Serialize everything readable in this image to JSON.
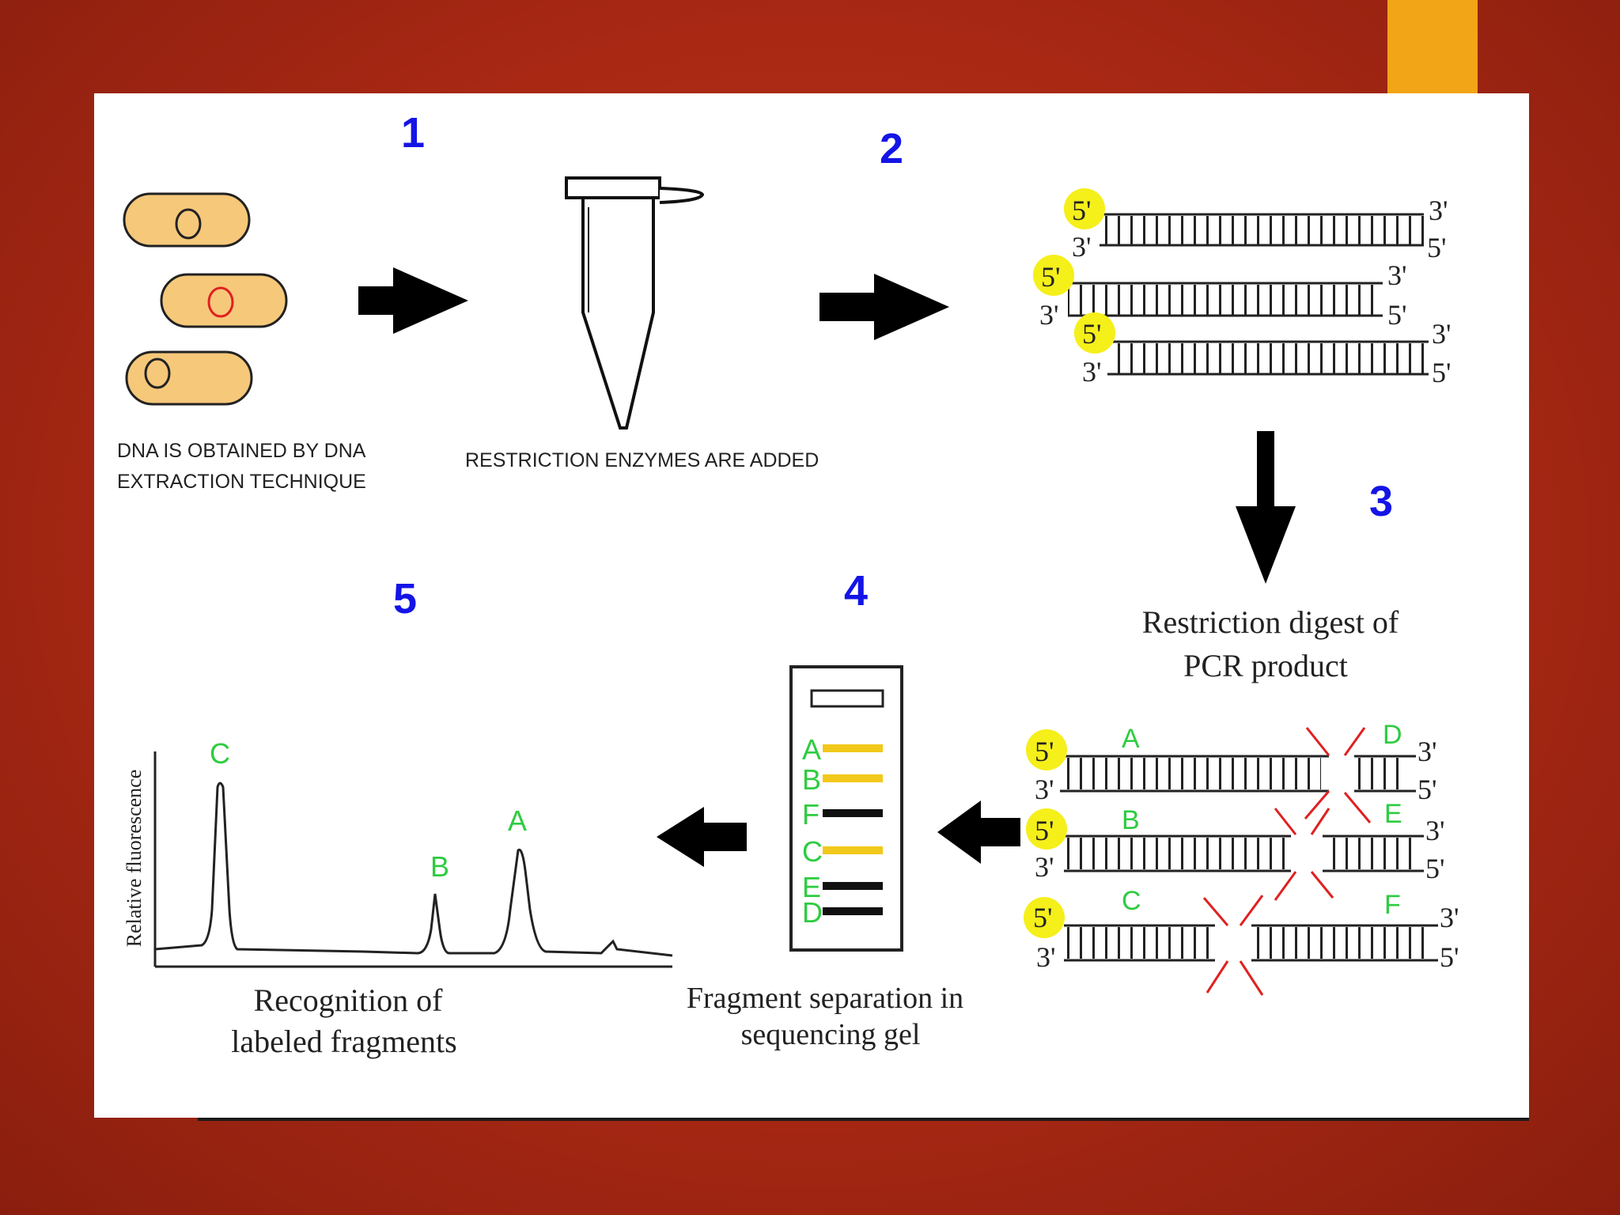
{
  "steps": {
    "s1": "1",
    "s2": "2",
    "s3": "3",
    "s4": "4",
    "s5": "5"
  },
  "captions": {
    "extraction_line1": "DNA IS OBTAINED BY DNA",
    "extraction_line2": "EXTRACTION TECHNIQUE",
    "enzymes": "RESTRICTION ENZYMES ARE ADDED",
    "digest_line1": "Restriction digest of",
    "digest_line2": "PCR product",
    "gel_line1": "Fragment separation in",
    "gel_line2": "sequencing gel",
    "recog_line1": "Recognition of",
    "recog_line2": "labeled fragments",
    "y_axis": "Relative fluorescence"
  },
  "ends": {
    "five": "5'",
    "three": "3'"
  },
  "fragments": {
    "A": "A",
    "B": "B",
    "C": "C",
    "D": "D",
    "E": "E",
    "F": "F"
  },
  "gel_bands": [
    {
      "label": "A",
      "color": "#f2c81a"
    },
    {
      "label": "B",
      "color": "#f2c81a"
    },
    {
      "label": "F",
      "color": "#111111"
    },
    {
      "label": "C",
      "color": "#f2c81a"
    },
    {
      "label": "E",
      "color": "#111111"
    },
    {
      "label": "D",
      "color": "#111111"
    }
  ],
  "peaks": [
    {
      "label": "C",
      "relative_height": 1.0
    },
    {
      "label": "B",
      "relative_height": 0.38
    },
    {
      "label": "A",
      "relative_height": 0.65
    }
  ],
  "colors": {
    "step_number": "#1414e6",
    "fragment_label": "#2ecc40",
    "cut": "#e02020",
    "five_prime_highlight": "#f5ef1a",
    "cell": "#f6c87a",
    "accent": "#f2a516"
  }
}
